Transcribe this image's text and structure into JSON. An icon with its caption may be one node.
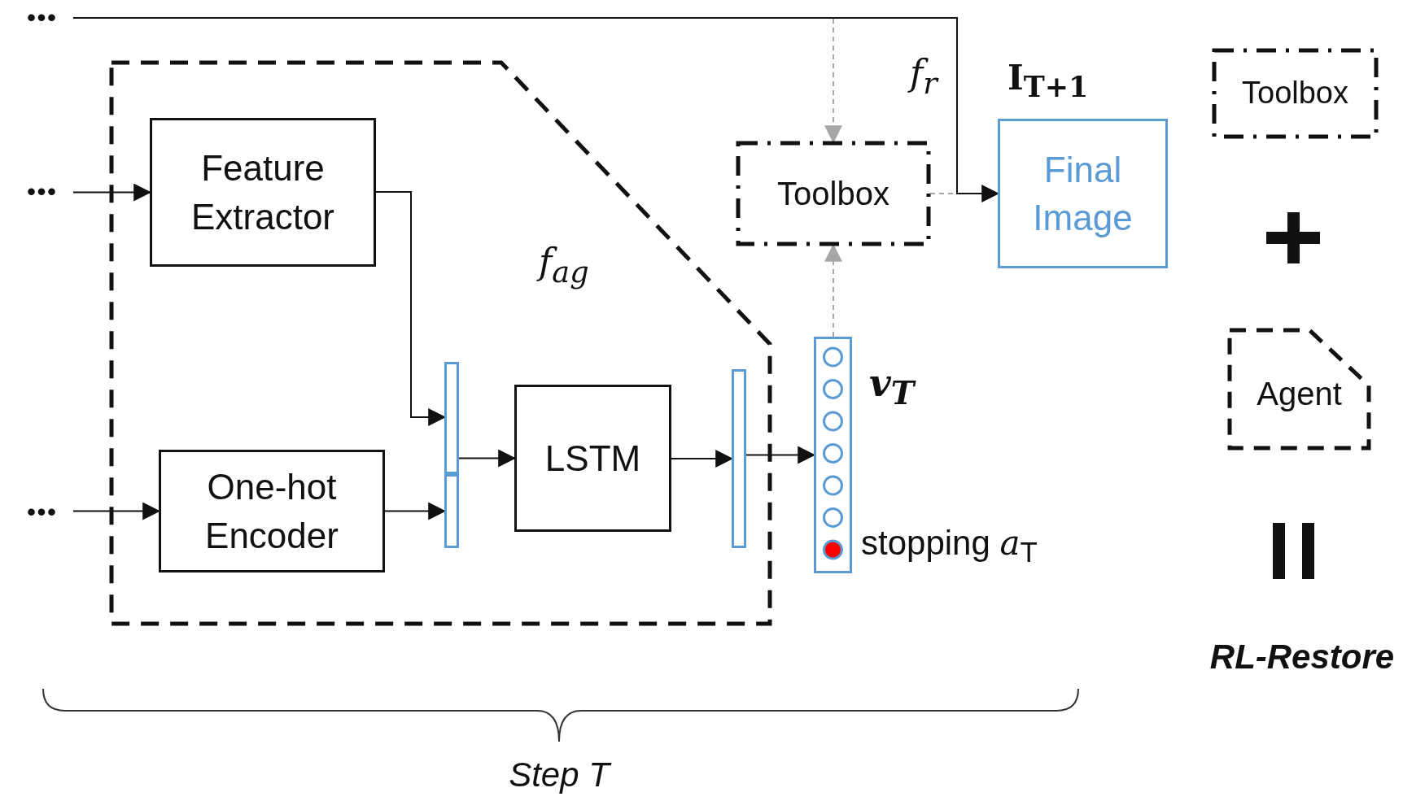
{
  "diagram": {
    "nodes": [
      {
        "text": [
          "f$_{ag}$"
        ]
      },
      {
        "text": [
          "Feature Extractor"
        ],
        "in": 0
      },
      {
        "text": [
          "One-hot Encoder"
        ],
        "in": 0
      },
      {
        "text": [],
        "shape": "bar",
        "in": 0
      },
      {
        "text": [],
        "shape": "bar",
        "in": 0
      },
      {
        "text": [
          "LSTM"
        ],
        "in": 0
      },
      {
        "text": [],
        "shape": "bar",
        "in": 0
      },
      {
        "text": [],
        "shape": "bar",
        "beside": [
          "v$_{T}$",
          "stopping *a*$_{T}$"
        ]
      },
      {
        "text": [
          "Toolbox"
        ]
      },
      {
        "text": [
          "Final Image"
        ],
        "beside": [
          "I$_{T+1}$"
        ]
      },
      {
        "text": [
          "•••"
        ]
      },
      {
        "text": [
          "•••"
        ]
      },
      {
        "text": [
          "•••"
        ]
      },
      {
        "text": [
          "Toolbox"
        ]
      },
      {
        "text": [
          "Agent"
        ]
      }
    ],
    "edges": [
      {
        "from": 10,
        "to": 8,
        "arrow": "to",
        "style": "dashed",
        "color": "#a6a6a6"
      },
      {
        "from": 10,
        "to": 9,
        "arrow": "to"
      },
      {
        "from": 11,
        "to": 1,
        "arrow": "to"
      },
      {
        "from": 12,
        "to": 2,
        "arrow": "to"
      },
      {
        "from": 1,
        "to": 3,
        "arrow": "to"
      },
      {
        "from": 2,
        "to": 4,
        "arrow": "to"
      },
      {
        "from": 3,
        "to": 5,
        "arrow": "to"
      },
      {
        "from": 5,
        "to": 6,
        "arrow": "to"
      },
      {
        "from": 6,
        "to": 7,
        "arrow": "to"
      },
      {
        "from": 7,
        "to": 8,
        "arrow": "to",
        "style": "dashed",
        "color": "#a6a6a6"
      },
      {
        "from": 8,
        "to": 9,
        "arrow": "none",
        "style": "dashed",
        "color": "#a6a6a6"
      }
    ],
    "labels": [
      "f$_{r}$",
      "RL-Restore",
      "Step T"
    ]
  }
}
